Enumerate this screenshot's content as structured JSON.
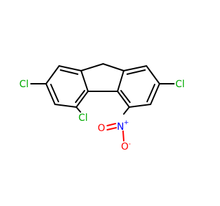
{
  "molecule": {
    "atoms": {
      "cl_left_top": {
        "element": "Cl",
        "color": "#00aa00"
      },
      "cl_right_top": {
        "element": "Cl",
        "color": "#00aa00"
      },
      "cl_left_bottom": {
        "element": "Cl",
        "color": "#00aa00"
      },
      "nitro_n": {
        "element": "N",
        "charge": "+",
        "color": "#0000ff"
      },
      "nitro_o_double": {
        "element": "O",
        "color": "#ff0000"
      },
      "nitro_o_single": {
        "element": "O",
        "charge": "-",
        "color": "#ff0000"
      }
    }
  }
}
